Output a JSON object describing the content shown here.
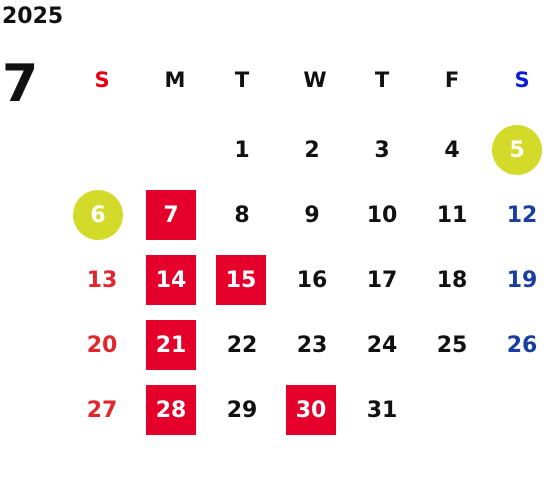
{
  "year": "2025",
  "month": "7",
  "weekdays": [
    "S",
    "M",
    "T",
    "W",
    "T",
    "F",
    "S"
  ],
  "days": {
    "d1": "1",
    "d2": "2",
    "d3": "3",
    "d4": "4",
    "d5": "5",
    "d6": "6",
    "d7": "7",
    "d8": "8",
    "d9": "9",
    "d10": "10",
    "d11": "11",
    "d12": "12",
    "d13": "13",
    "d14": "14",
    "d15": "15",
    "d16": "16",
    "d17": "17",
    "d18": "18",
    "d19": "19",
    "d20": "20",
    "d21": "21",
    "d22": "22",
    "d23": "23",
    "d24": "24",
    "d25": "25",
    "d26": "26",
    "d27": "27",
    "d28": "28",
    "d29": "29",
    "d30": "30",
    "d31": "31"
  },
  "colors": {
    "sunday_text": "#e2262e",
    "saturday_text": "#1a3ea0",
    "highlight_box": "#e4002b",
    "highlight_circle": "#d3da2a"
  }
}
